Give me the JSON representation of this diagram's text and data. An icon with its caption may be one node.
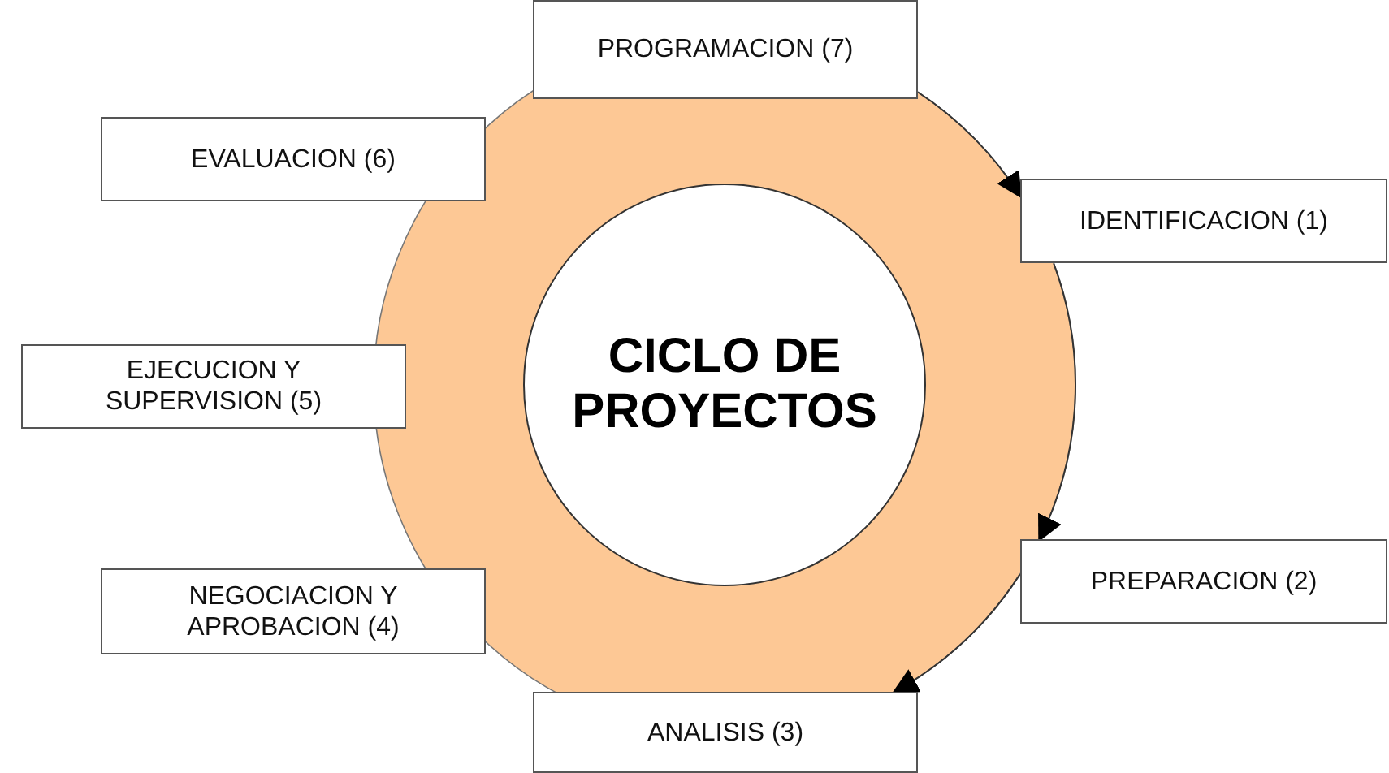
{
  "diagram": {
    "nodes": [
      {
        "text": [
          "PROGRAMACION (7)"
        ]
      },
      {
        "text": [
          "EVALUACION (6)"
        ]
      },
      {
        "text": [
          "IDENTIFICACION (1)"
        ]
      },
      {
        "text": [
          "EJECUCION Y SUPERVISION (5)"
        ]
      },
      {
        "text": [
          "CICLO DE PROYECTOS"
        ]
      },
      {
        "text": [
          "PREPARACION (2)"
        ]
      },
      {
        "text": [
          "NEGOCIACION Y APROBACION (4)"
        ]
      },
      {
        "text": [
          "ANALISIS (3)"
        ]
      }
    ],
    "edges": [
      {
        "from": 0,
        "to": 2,
        "arrow": "to"
      },
      {
        "from": 2,
        "to": 5,
        "arrow": "to"
      },
      {
        "from": 5,
        "to": 7,
        "arrow": "to"
      }
    ]
  }
}
